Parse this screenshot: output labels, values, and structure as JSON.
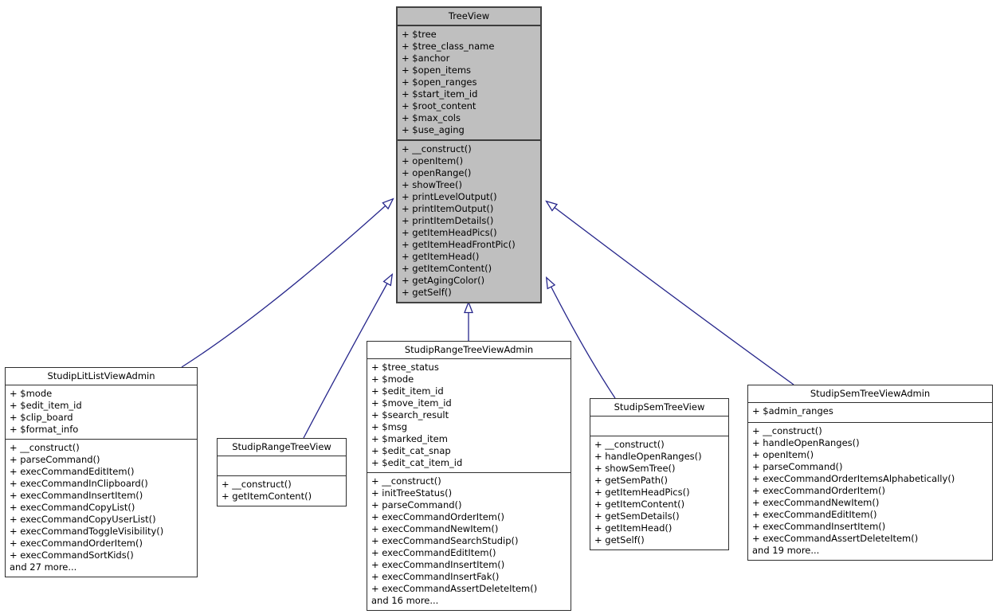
{
  "diagram": {
    "type": "uml-class-inheritance",
    "colors": {
      "base_class_fill": "#bfbfbf",
      "derived_class_fill": "#ffffff",
      "box_border": "#2e2e2e",
      "arrow": "#26268b",
      "text": "#000000",
      "background": "#ffffff"
    },
    "classes": [
      {
        "name": "TreeView",
        "attributes": [
          "+ $tree",
          "+ $tree_class_name",
          "+ $anchor",
          "+ $open_items",
          "+ $open_ranges",
          "+ $start_item_id",
          "+ $root_content",
          "+ $max_cols",
          "+ $use_aging"
        ],
        "methods": [
          "+ __construct()",
          "+ openItem()",
          "+ openRange()",
          "+ showTree()",
          "+ printLevelOutput()",
          "+ printItemOutput()",
          "+ printItemDetails()",
          "+ getItemHeadPics()",
          "+ getItemHeadFrontPic()",
          "+ getItemHead()",
          "+ getItemContent()",
          "+ getAgingColor()",
          "+ getSelf()"
        ]
      },
      {
        "name": "StudipLitListViewAdmin",
        "attributes": [
          "+ $mode",
          "+ $edit_item_id",
          "+ $clip_board",
          "+ $format_info"
        ],
        "methods": [
          "+ __construct()",
          "+ parseCommand()",
          "+ execCommandEditItem()",
          "+ execCommandInClipboard()",
          "+ execCommandInsertItem()",
          "+ execCommandCopyList()",
          "+ execCommandCopyUserList()",
          "+ execCommandToggleVisibility()",
          "+ execCommandOrderItem()",
          "+ execCommandSortKids()",
          "and 27 more..."
        ]
      },
      {
        "name": "StudipRangeTreeView",
        "attributes": [],
        "methods": [
          "+ __construct()",
          "+ getItemContent()"
        ]
      },
      {
        "name": "StudipRangeTreeViewAdmin",
        "attributes": [
          "+ $tree_status",
          "+ $mode",
          "+ $edit_item_id",
          "+ $move_item_id",
          "+ $search_result",
          "+ $msg",
          "+ $marked_item",
          "+ $edit_cat_snap",
          "+ $edit_cat_item_id"
        ],
        "methods": [
          "+ __construct()",
          "+ initTreeStatus()",
          "+ parseCommand()",
          "+ execCommandOrderItem()",
          "+ execCommandNewItem()",
          "+ execCommandSearchStudip()",
          "+ execCommandEditItem()",
          "+ execCommandInsertItem()",
          "+ execCommandInsertFak()",
          "+ execCommandAssertDeleteItem()",
          "and 16 more..."
        ]
      },
      {
        "name": "StudipSemTreeView",
        "attributes": [],
        "methods": [
          "+ __construct()",
          "+ handleOpenRanges()",
          "+ showSemTree()",
          "+ getSemPath()",
          "+ getItemHeadPics()",
          "+ getItemContent()",
          "+ getSemDetails()",
          "+ getItemHead()",
          "+ getSelf()"
        ]
      },
      {
        "name": "StudipSemTreeViewAdmin",
        "attributes": [
          "+ $admin_ranges"
        ],
        "methods": [
          "+ __construct()",
          "+ handleOpenRanges()",
          "+ openItem()",
          "+ parseCommand()",
          "+ execCommandOrderItemsAlphabetically()",
          "+ execCommandOrderItem()",
          "+ execCommandNewItem()",
          "+ execCommandEditItem()",
          "+ execCommandInsertItem()",
          "+ execCommandAssertDeleteItem()",
          "and 19 more..."
        ]
      }
    ],
    "inheritance": [
      {
        "from": "StudipLitListViewAdmin",
        "to": "TreeView"
      },
      {
        "from": "StudipRangeTreeView",
        "to": "TreeView"
      },
      {
        "from": "StudipRangeTreeViewAdmin",
        "to": "TreeView"
      },
      {
        "from": "StudipSemTreeView",
        "to": "TreeView"
      },
      {
        "from": "StudipSemTreeViewAdmin",
        "to": "TreeView"
      }
    ]
  }
}
